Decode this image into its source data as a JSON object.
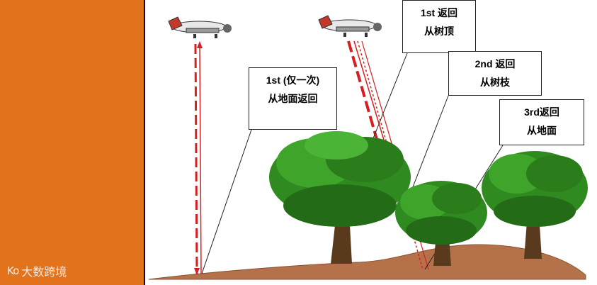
{
  "watermark": {
    "logo_text": "Ko",
    "text": "大数跨境"
  },
  "labels": [
    {
      "line1": "1st (仅一次)",
      "line2": "从地面返回"
    },
    {
      "line1": "1st 返回",
      "line2": "从树顶"
    },
    {
      "line1": "2nd 返回",
      "line2": "从树枝"
    },
    {
      "line1": "3rd返回",
      "line2": "从地面"
    }
  ],
  "colors": {
    "sidebar": "#e2721c",
    "pulse": "#d42020",
    "ground": "#b5714a",
    "canopy": "#2f8a1f",
    "trunk": "#5a3a1c"
  },
  "icons": [
    "airplane-icon",
    "tree-icon"
  ]
}
